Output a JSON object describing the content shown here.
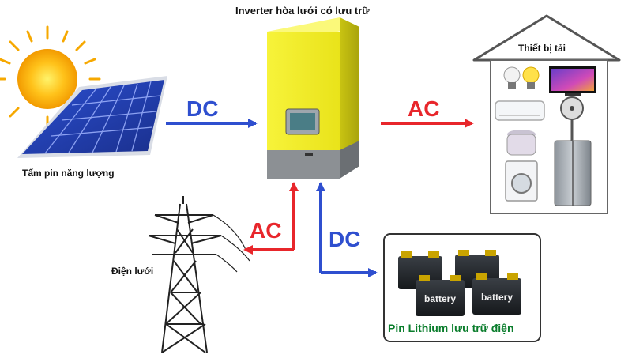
{
  "inverter": {
    "title": "Inverter hòa lưới có lưu trữ"
  },
  "solar": {
    "label": "Tấm pin năng lượng"
  },
  "grid": {
    "label": "Điện lưới"
  },
  "load": {
    "label": "Thiết bị tải"
  },
  "battery": {
    "label": "Pin Lithium lưu trữ điện",
    "unit_text": "battery"
  },
  "flows": {
    "solar_to_inverter": "DC",
    "inverter_to_load": "AC",
    "grid_exchange": "AC",
    "battery_exchange": "DC"
  },
  "colors": {
    "dc": "#2f4fcf",
    "ac": "#e8262b",
    "inverter_body": "#f0ec25",
    "battery_label": "#0a7d2c"
  }
}
